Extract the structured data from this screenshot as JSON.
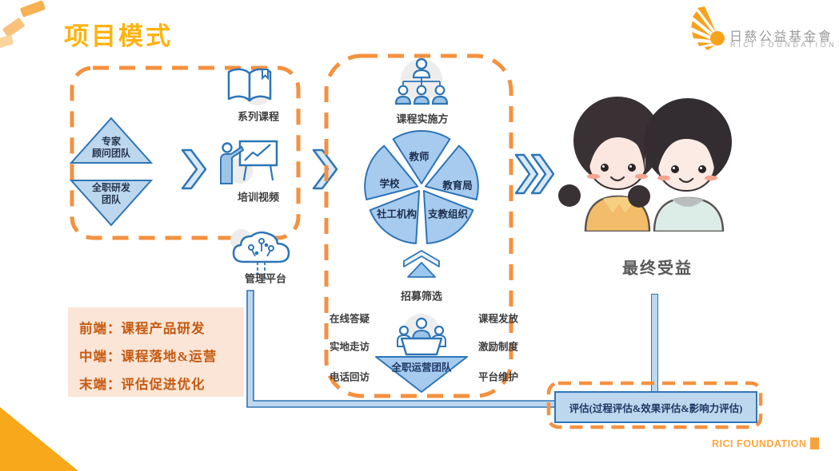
{
  "slide": {
    "title": "项目模式"
  },
  "logo": {
    "cn": "日慈公益基金會",
    "en": "RICI FOUNDATION"
  },
  "footer": {
    "brand": "RICI FOUNDATION"
  },
  "frontend": {
    "team1_line1": "专家",
    "team1_line2": "顾问团队",
    "team2_line1": "全职研发",
    "team2_line2": "团队",
    "deliverables": [
      {
        "icon": "book-icon",
        "label": "系列课程"
      },
      {
        "icon": "training-video-icon",
        "label": "培训视频"
      },
      {
        "icon": "cloud-platform-icon",
        "label": "管理平台"
      }
    ]
  },
  "center": {
    "implementer_label": "课程实施方",
    "pie_segments": [
      "教师",
      "教育局",
      "支教组织",
      "社工机构",
      "学校"
    ],
    "recruit_label": "招募筛选",
    "ops_team_label": "全职运营团队",
    "activities_left": [
      "在线答疑",
      "实地走访",
      "电话回访"
    ],
    "activities_right": [
      "课程发放",
      "激励制度",
      "平台维护"
    ]
  },
  "beneficiary": {
    "label": "最终受益"
  },
  "evaluation": {
    "label": "评估(过程评估&效果评估&影响力评估)"
  },
  "legend": {
    "lines": [
      "前端：课程产品研发",
      "中端：课程落地&运营",
      "末端：评估促进优化"
    ]
  },
  "colors": {
    "accent_orange": "#F5913F",
    "title_orange": "#FFB30F",
    "blue_stroke": "#2E75B6",
    "blue_fill": "#BDD7EE",
    "legend_bg": "#FBE5D6",
    "legend_text": "#C55A11"
  }
}
